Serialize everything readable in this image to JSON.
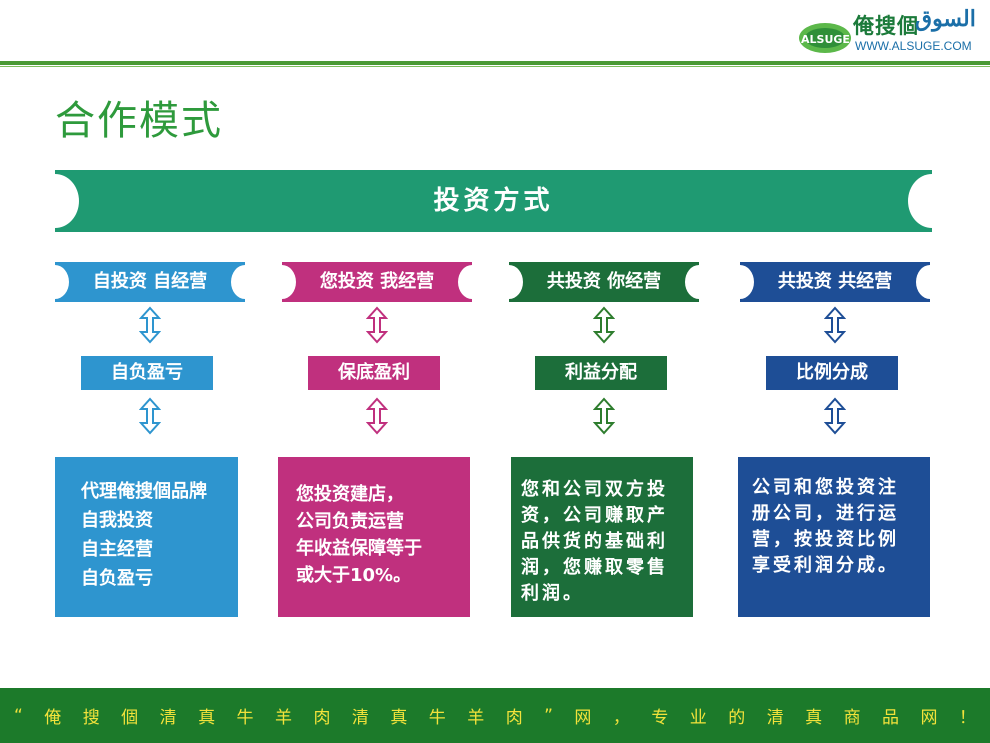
{
  "logo": {
    "chinese": "俺搜個",
    "arabic": "السوق",
    "badge": "ALSUGE",
    "url": "WWW.ALSUGE.COM"
  },
  "page_title": "合作模式",
  "banner": {
    "title": "投资方式",
    "color": "#1f9a72"
  },
  "columns": [
    {
      "tag": "自投资 自经营",
      "result": "自负盈亏",
      "color": "#2e95cf",
      "lines": [
        "代理俺搜個品牌",
        "自我投资",
        "自主经营",
        "自负盈亏"
      ]
    },
    {
      "tag": "您投资 我经营",
      "result": "保底盈利",
      "color": "#c0307e",
      "lines": [
        "您投资建店，",
        "公司负责运营",
        "年收益保障等于",
        "或大于10%。"
      ]
    },
    {
      "tag": "共投资 你经营",
      "result": "利益分配",
      "color": "#1c6e3a",
      "lines": [
        "您和公司双方投",
        "资，公司赚取产",
        "品供货的基础利",
        "润，您赚取零售",
        "利润。"
      ]
    },
    {
      "tag": "共投资 共经营",
      "result": "比例分成",
      "color": "#1e4e96",
      "lines": [
        "公司和您投资注",
        "册公司，进行运",
        "营，按投资比例",
        "享受利润分成。"
      ]
    }
  ],
  "footer": {
    "chars": [
      "“",
      "俺",
      "搜",
      "個",
      "清",
      "真",
      "牛",
      "羊",
      "肉",
      "清",
      "真",
      "牛",
      "羊",
      "肉",
      "”",
      "网",
      "，",
      "专",
      "业",
      "的",
      "清",
      "真",
      "商",
      "品",
      "网",
      "！"
    ],
    "color": "#1c7a2a",
    "text_color": "#f2e23b"
  }
}
